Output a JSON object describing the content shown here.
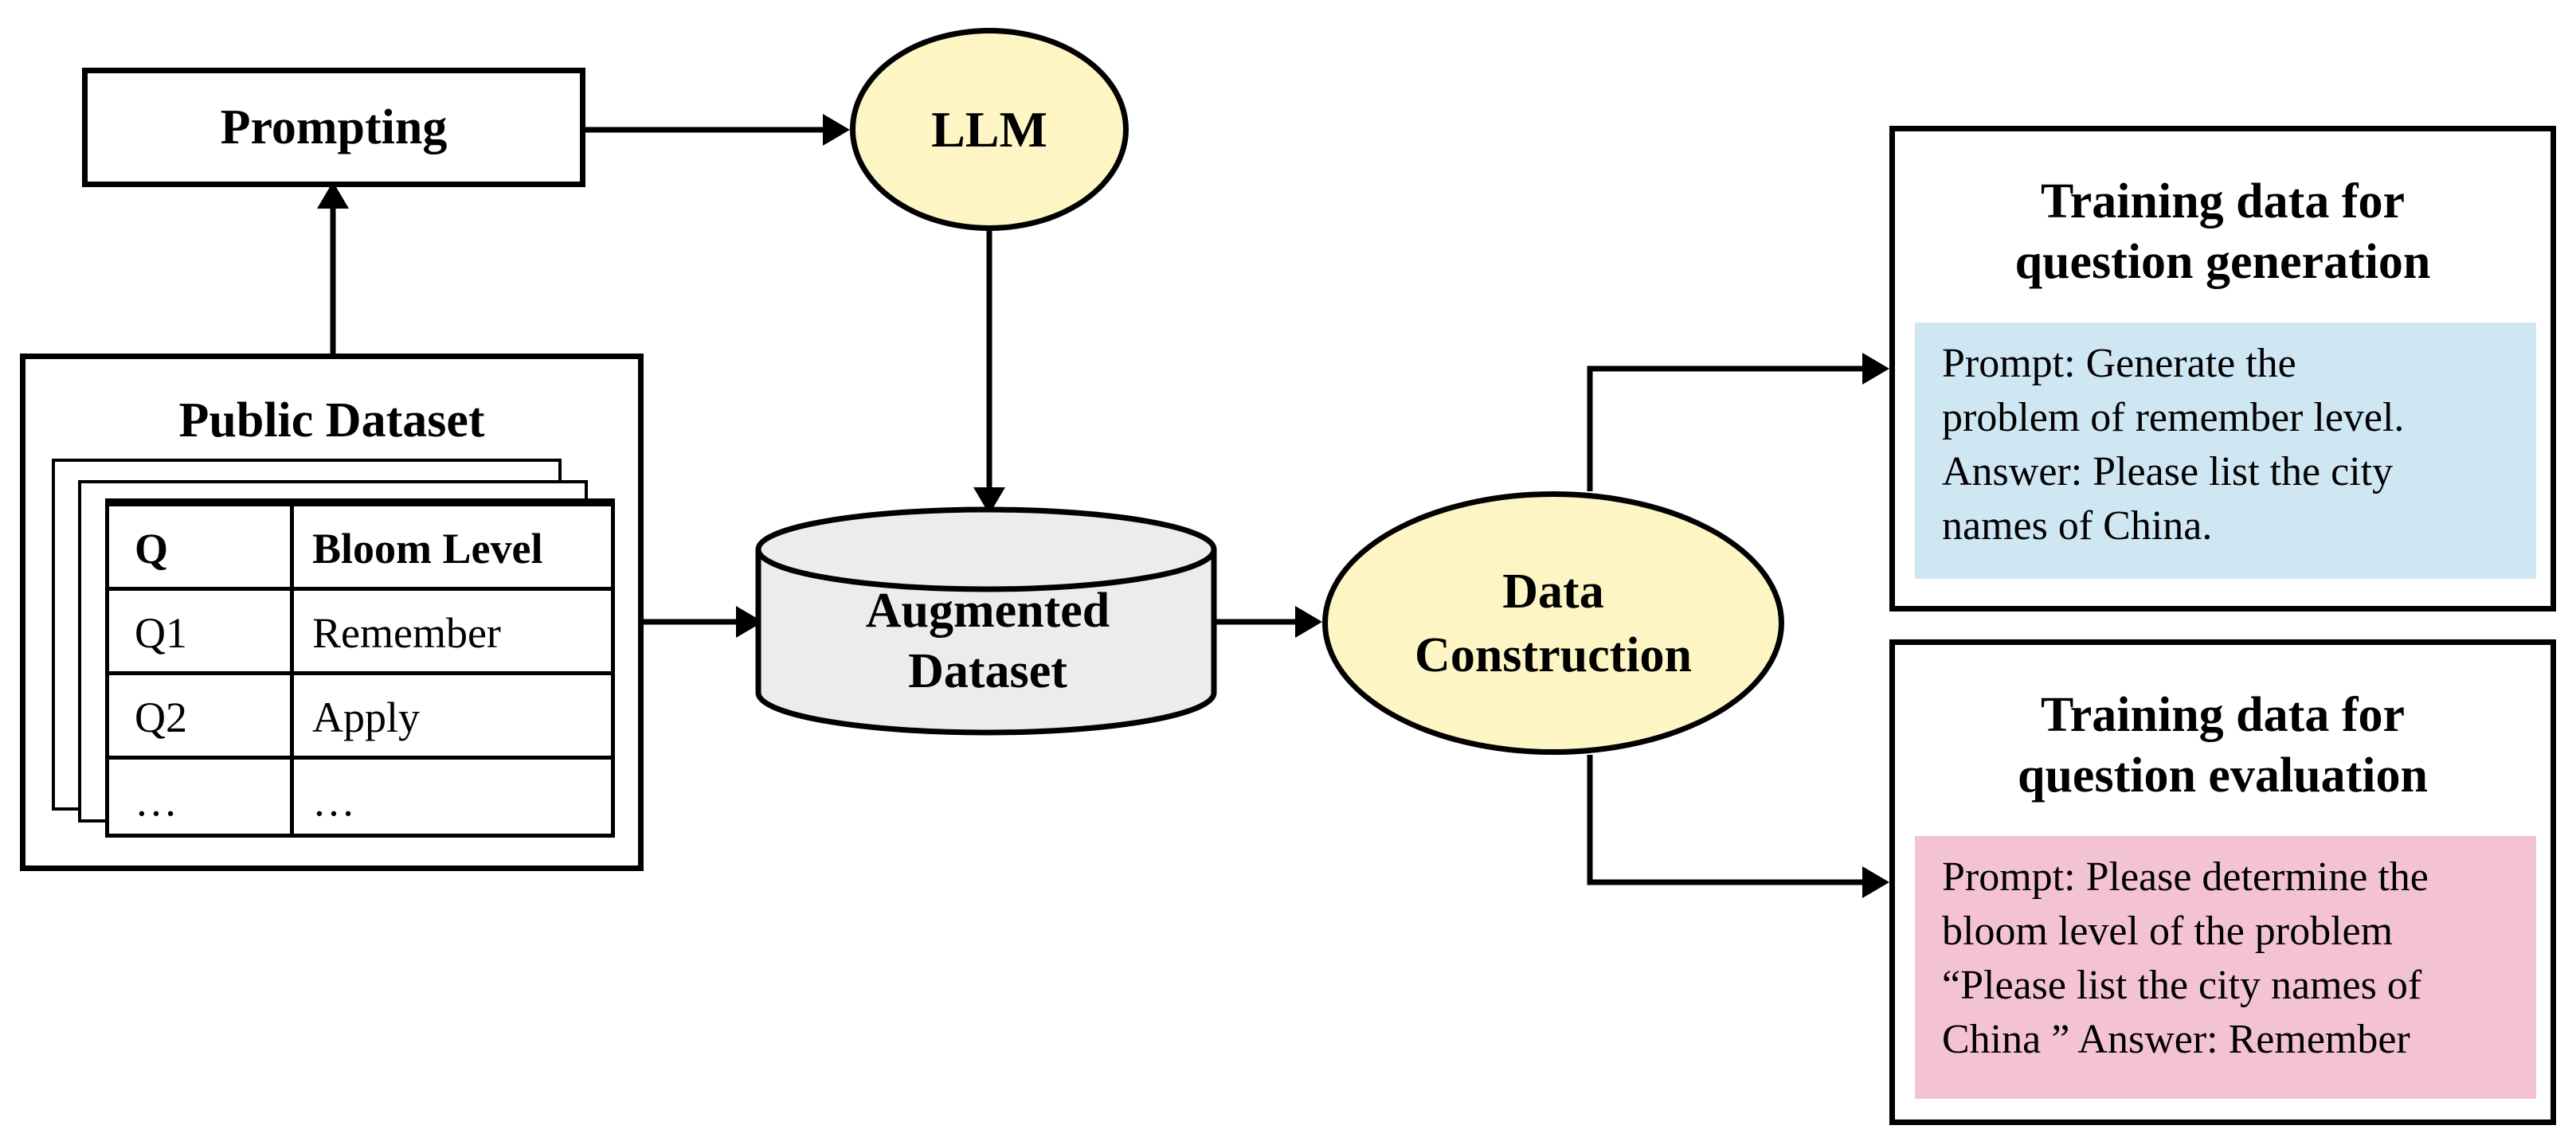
{
  "colors": {
    "ellipse_fill": "#fdf6c4",
    "cylinder_fill": "#ececec",
    "generation_panel": "#cfe6f3",
    "evaluation_panel": "#f4c3d3",
    "stroke": "#000000"
  },
  "nodes": {
    "prompting": "Prompting",
    "llm": "LLM",
    "public_dataset": {
      "title": "Public Dataset",
      "headers": [
        "Q",
        "Bloom Level"
      ],
      "rows": [
        [
          "Q1",
          "Remember"
        ],
        [
          "Q2",
          "Apply"
        ],
        [
          "…",
          "…"
        ]
      ]
    },
    "augmented_dataset": [
      "Augmented",
      "Dataset"
    ],
    "data_construction": [
      "Data",
      "Construction"
    ],
    "generation": {
      "title": [
        "Training data for",
        "question generation"
      ],
      "lines": [
        "Prompt: Generate the",
        "problem of remember level.",
        "Answer: Please list the city",
        "names of China."
      ]
    },
    "evaluation": {
      "title": [
        "Training data for",
        "question evaluation"
      ],
      "lines": [
        "Prompt: Please determine the",
        "bloom level of the problem",
        "“Please list the city names of",
        "China ” Answer: Remember"
      ]
    }
  }
}
